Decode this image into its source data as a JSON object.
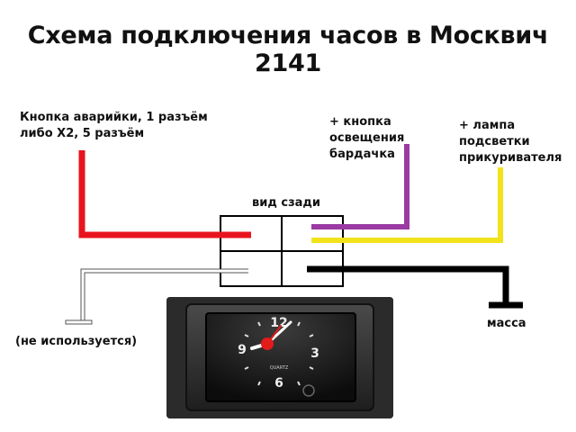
{
  "title": "Схема подключения часов в Москвич 2141",
  "labels": {
    "hazard_button": [
      "Кнопка аварийки, 1 разъём",
      "либо Х2, 5 разъём"
    ],
    "glovebox_light": [
      "+ кнопка",
      "освещения",
      "бардачка"
    ],
    "lighter_lamp": [
      "+ лампа",
      "подсветки",
      "прикуривателя"
    ],
    "rear_view": "вид сзади",
    "ground": "масса",
    "not_used": "(не используется)"
  },
  "clock": {
    "numerals": {
      "n12": "12",
      "n3": "3",
      "n6": "6",
      "n9": "9"
    },
    "brand": "QUARTZ"
  },
  "colors": {
    "red_wire": "#e8141e",
    "purple_wire": "#9b3aa3",
    "yellow_wire": "#f2e21a",
    "black_wire": "#000000",
    "white_wire": "#ffffff",
    "clock_hand_red": "#e21b1b"
  }
}
